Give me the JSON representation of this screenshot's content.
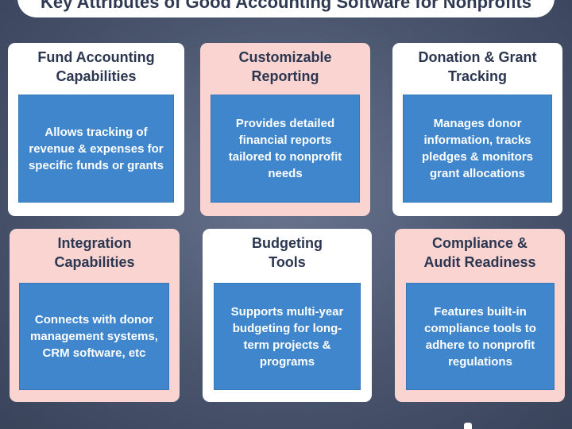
{
  "header": {
    "title": "Key Attributes of Good Accounting Software for Nonprofits"
  },
  "cards": [
    {
      "title_line1": "Fund Accounting",
      "title_line2": "Capabilities",
      "description": "Allows tracking of revenue & expenses for specific funds or grants",
      "theme": "white"
    },
    {
      "title_line1": "Customizable",
      "title_line2": "Reporting",
      "description": "Provides detailed financial reports tailored to nonprofit needs",
      "theme": "pink"
    },
    {
      "title_line1": "Donation & Grant",
      "title_line2": "Tracking",
      "description": "Manages donor information, tracks pledges & monitors grant allocations",
      "theme": "white"
    },
    {
      "title_line1": "Integration",
      "title_line2": "Capabilities",
      "description": "Connects with donor management systems, CRM software, etc",
      "theme": "pink"
    },
    {
      "title_line1": "Budgeting",
      "title_line2": "Tools",
      "description": "Supports multi-year budgeting for long-term projects & programs",
      "theme": "white"
    },
    {
      "title_line1": "Compliance &",
      "title_line2": "Audit Readiness",
      "description": "Features built-in compliance tools to adhere to nonprofit regulations",
      "theme": "pink"
    }
  ],
  "colors": {
    "card_white": "#ffffff",
    "card_pink": "#f9d4d1",
    "description_box": "#3f86cc",
    "title_text": "#2b3650",
    "background": "#4a556e"
  }
}
